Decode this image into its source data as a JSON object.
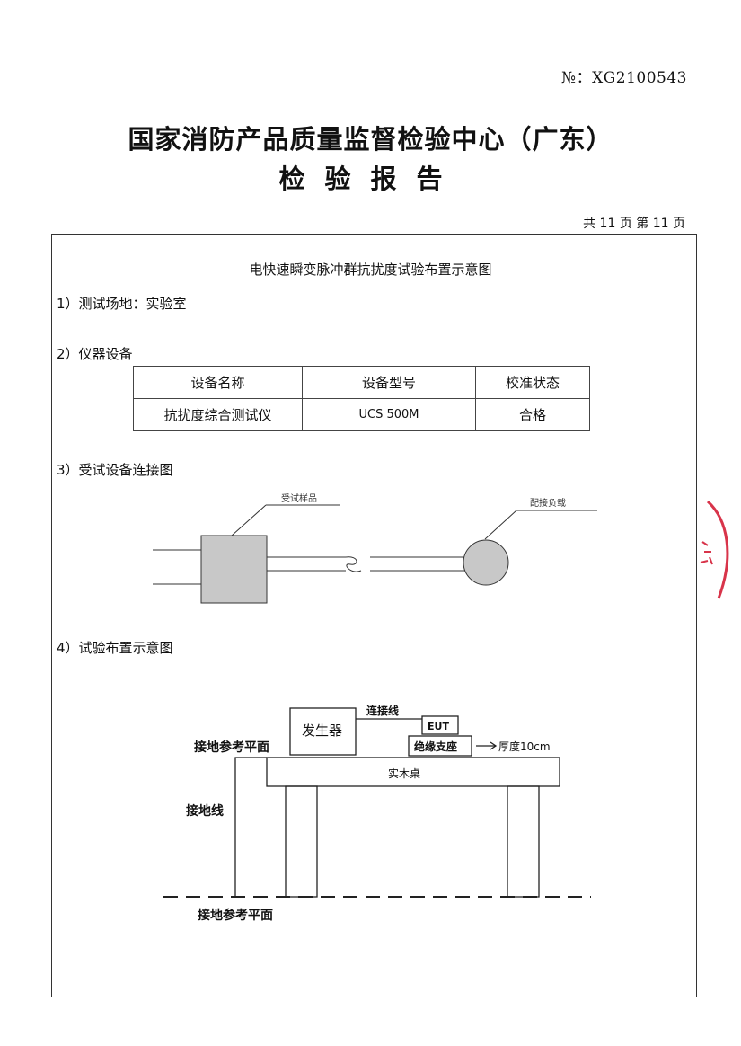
{
  "header": {
    "report_no": "№：XG2100543",
    "org_title": "国家消防产品质量监督检验中心（广东）",
    "doc_title": "检验报告",
    "page_info": "共 11 页 第 11 页"
  },
  "figure_title": "电快速瞬变脉冲群抗扰度试验布置示意图",
  "sections": {
    "site": "1）测试场地：实验室",
    "equipment": "2）仪器设备",
    "connection": "3）受试设备连接图",
    "layout": "4）试验布置示意图"
  },
  "equipment_table": {
    "headers": [
      "设备名称",
      "设备型号",
      "校准状态"
    ],
    "rows": [
      [
        "抗扰度综合测试仪",
        "UCS 500M",
        "合格"
      ]
    ]
  },
  "connection_diagram": {
    "sample_label": "受试样品",
    "load_label": "配接负载"
  },
  "layout_diagram": {
    "generator": "发生器",
    "cable": "连接线",
    "eut": "EUT",
    "support": "绝缘支座",
    "thickness": "厚度10cm",
    "table": "实木桌",
    "ground_plane_top": "接地参考平面",
    "ground_wire": "接地线",
    "ground_plane_bottom": "接地参考平面"
  },
  "colors": {
    "load_fill": "#c8c8c8",
    "sample_fill": "#c8c8c8",
    "stamp": "#d8344a"
  }
}
